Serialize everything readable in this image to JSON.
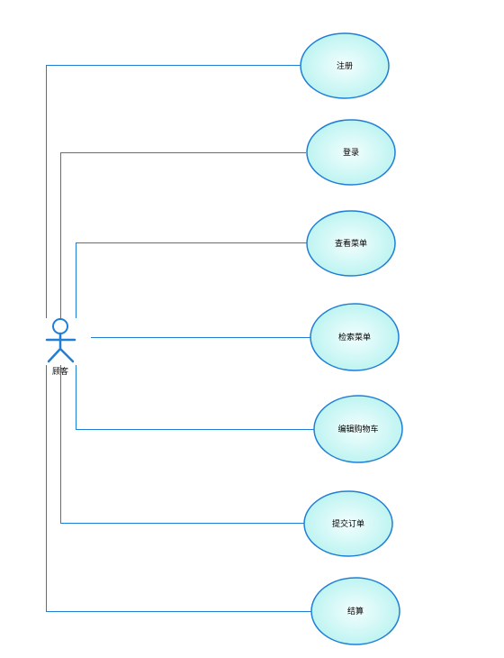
{
  "diagram": {
    "type": "use-case",
    "actor": {
      "name": "顾客"
    },
    "use_cases": [
      {
        "id": "register",
        "label": "注册"
      },
      {
        "id": "login",
        "label": "登录"
      },
      {
        "id": "view-menu",
        "label": "查看菜单"
      },
      {
        "id": "search-menu",
        "label": "检索菜单"
      },
      {
        "id": "edit-cart",
        "label": "编辑购物车"
      },
      {
        "id": "submit-order",
        "label": "提交订单"
      },
      {
        "id": "checkout",
        "label": "结算"
      }
    ],
    "colors": {
      "line": "#1f7fd6",
      "ellipse_fill_edge": "#b9f3f0",
      "ellipse_fill_center": "#f2fefe",
      "background": "#ffffff"
    }
  }
}
